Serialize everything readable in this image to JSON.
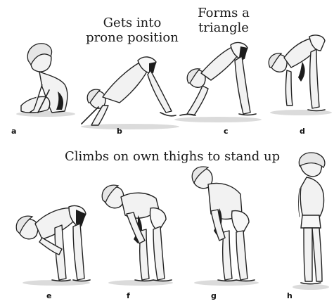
{
  "captions": {
    "prone": "Gets into\nprone position",
    "triangle": "Forms a\ntriangle",
    "climbs": "Climbs on own thighs to stand up"
  },
  "panels": [
    {
      "label": "a"
    },
    {
      "label": "b"
    },
    {
      "label": "c"
    },
    {
      "label": "d"
    },
    {
      "label": "e"
    },
    {
      "label": "f"
    },
    {
      "label": "g"
    },
    {
      "label": "h"
    }
  ]
}
